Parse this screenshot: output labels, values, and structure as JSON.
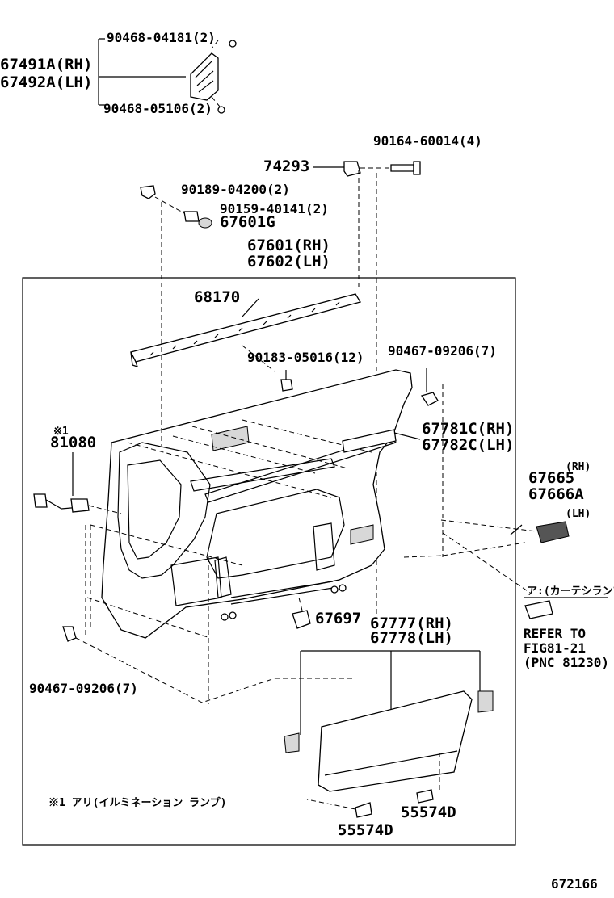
{
  "labels": {
    "p90468_04181": "90468-04181(2)",
    "p67491A": "67491A(RH)",
    "p67492A": "67492A(LH)",
    "p90468_05106": "90468-05106(2)",
    "p90164_60014": "90164-60014(4)",
    "p74293": "74293",
    "p90189_04200": "90189-04200(2)",
    "p90159_40141": "90159-40141(2)",
    "p67601G": "67601G",
    "p67601": "67601(RH)",
    "p67602": "67602(LH)",
    "p68170": "68170",
    "p90183_05016": "90183-05016(12)",
    "p90467_09206_top": "90467-09206(7)",
    "p81080_mark": "※1",
    "p81080": "81080",
    "p67781C": "67781C(RH)",
    "p67782C": "67782C(LH)",
    "p67665_rh": "(RH)",
    "p67665": "67665",
    "p67666A": "67666A",
    "p67666A_lh": "(LH)",
    "p_note_a": "ア:(カーテシランプ)",
    "p_refer1": "REFER TO",
    "p_refer2": "FIG81-21",
    "p_refer3": "(PNC 81230)",
    "p67697": "67697",
    "p67777": "67777(RH)",
    "p67778": "67778(LH)",
    "p90467_09206_bot": "90467-09206(7)",
    "p_footnote": "※1 アリ(イルミネーション ランプ)",
    "p55574D_a": "55574D",
    "p55574D_b": "55574D",
    "p_figno": "672166"
  }
}
